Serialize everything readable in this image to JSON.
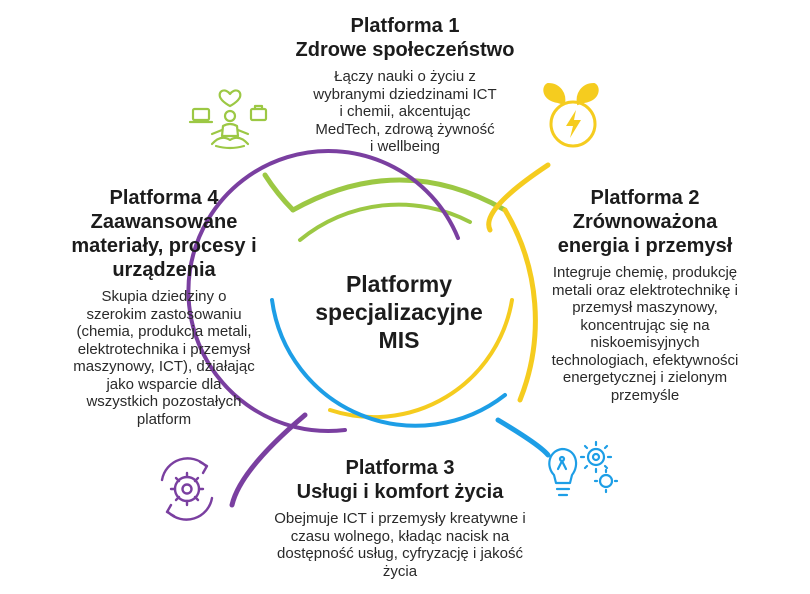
{
  "center": {
    "line1": "Platformy",
    "line2": "specjalizacyjne",
    "line3": "MIS"
  },
  "platforms": [
    {
      "title": [
        "Platforma 1",
        "Zdrowe społeczeństwo"
      ],
      "desc": [
        "Łączy nauki o życiu z",
        "wybranymi dziedzinami ICT",
        "i chemii, akcentując",
        "MedTech, zdrową żywność",
        "i wellbeing"
      ],
      "color": "#9cc844",
      "icon": "wellbeing-meditation-icon"
    },
    {
      "title": [
        "Platforma 2",
        "Zrównoważona",
        "energia i przemysł"
      ],
      "desc": [
        "Integruje chemię, produkcję",
        "metali oraz elektrotechnikę i",
        "przemysł maszynowy,",
        "koncentrując się na",
        "niskoemisyjnych",
        "technologiach, efektywności",
        "energetycznej i zielonym",
        "przemyśle"
      ],
      "color": "#f5cc1f",
      "icon": "green-energy-icon"
    },
    {
      "title": [
        "Platforma 3",
        "Usługi i komfort życia"
      ],
      "desc": [
        "Obejmuje ICT i przemysły kreatywne i",
        "czasu wolnego, kładąc nacisk na",
        "dostępność usług, cyfryzację i jakość",
        "życia"
      ],
      "color": "#1d9ee6",
      "icon": "lightbulb-gears-icon"
    },
    {
      "title": [
        "Platforma 4",
        "Zaawansowane",
        "materiały, procesy i",
        "urządzenia"
      ],
      "desc": [
        "Skupia dziedziny o",
        "szerokim zastosowaniu",
        "(chemia, produkcja metali,",
        "elektrotechnika i przemysł",
        "maszynowy, ICT), działając",
        "jako wsparcie dla",
        "wszystkich pozostałych",
        "platform"
      ],
      "color": "#7a3fa0",
      "icon": "gear-cycle-icon"
    }
  ]
}
